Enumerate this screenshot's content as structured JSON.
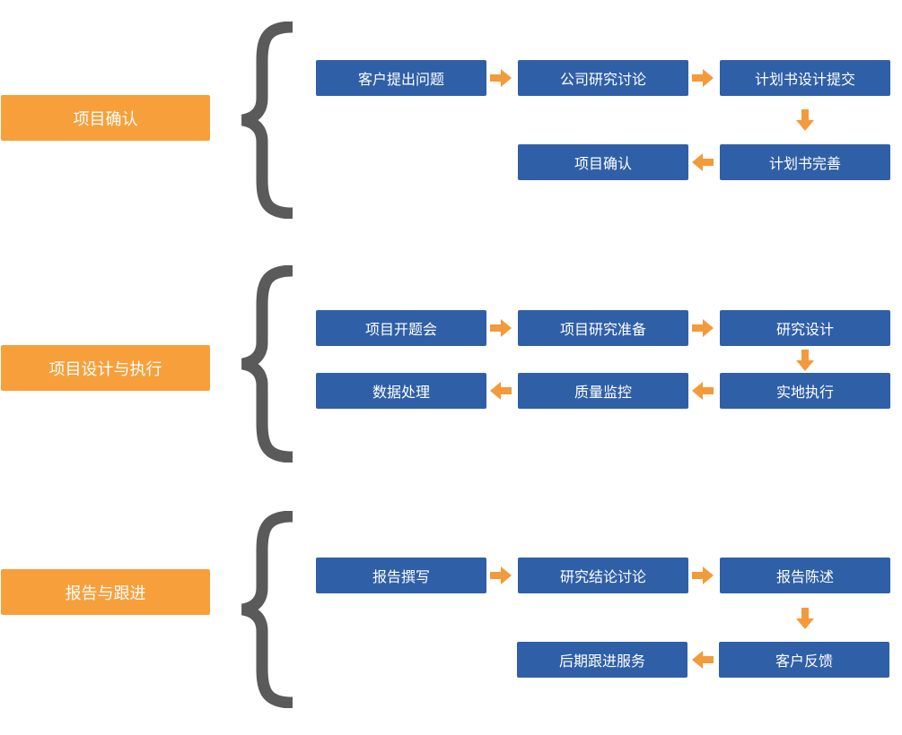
{
  "colors": {
    "phase_fill": "#f7a03b",
    "step_fill": "#2f5fa7",
    "arrow": "#f39a3a",
    "brace": "#5a5a5a"
  },
  "sections": [
    {
      "phase": "项目确认",
      "steps": [
        "客户提出问题",
        "公司研究讨论",
        "计划书设计提交",
        "计划书完善",
        "项目确认"
      ]
    },
    {
      "phase": "项目设计与执行",
      "steps": [
        "项目开题会",
        "项目研究准备",
        "研究设计",
        "实地执行",
        "质量监控",
        "数据处理"
      ]
    },
    {
      "phase": "报告与跟进",
      "steps": [
        "报告撰写",
        "研究结论讨论",
        "报告陈述",
        "客户反馈",
        "后期跟进服务"
      ]
    }
  ]
}
